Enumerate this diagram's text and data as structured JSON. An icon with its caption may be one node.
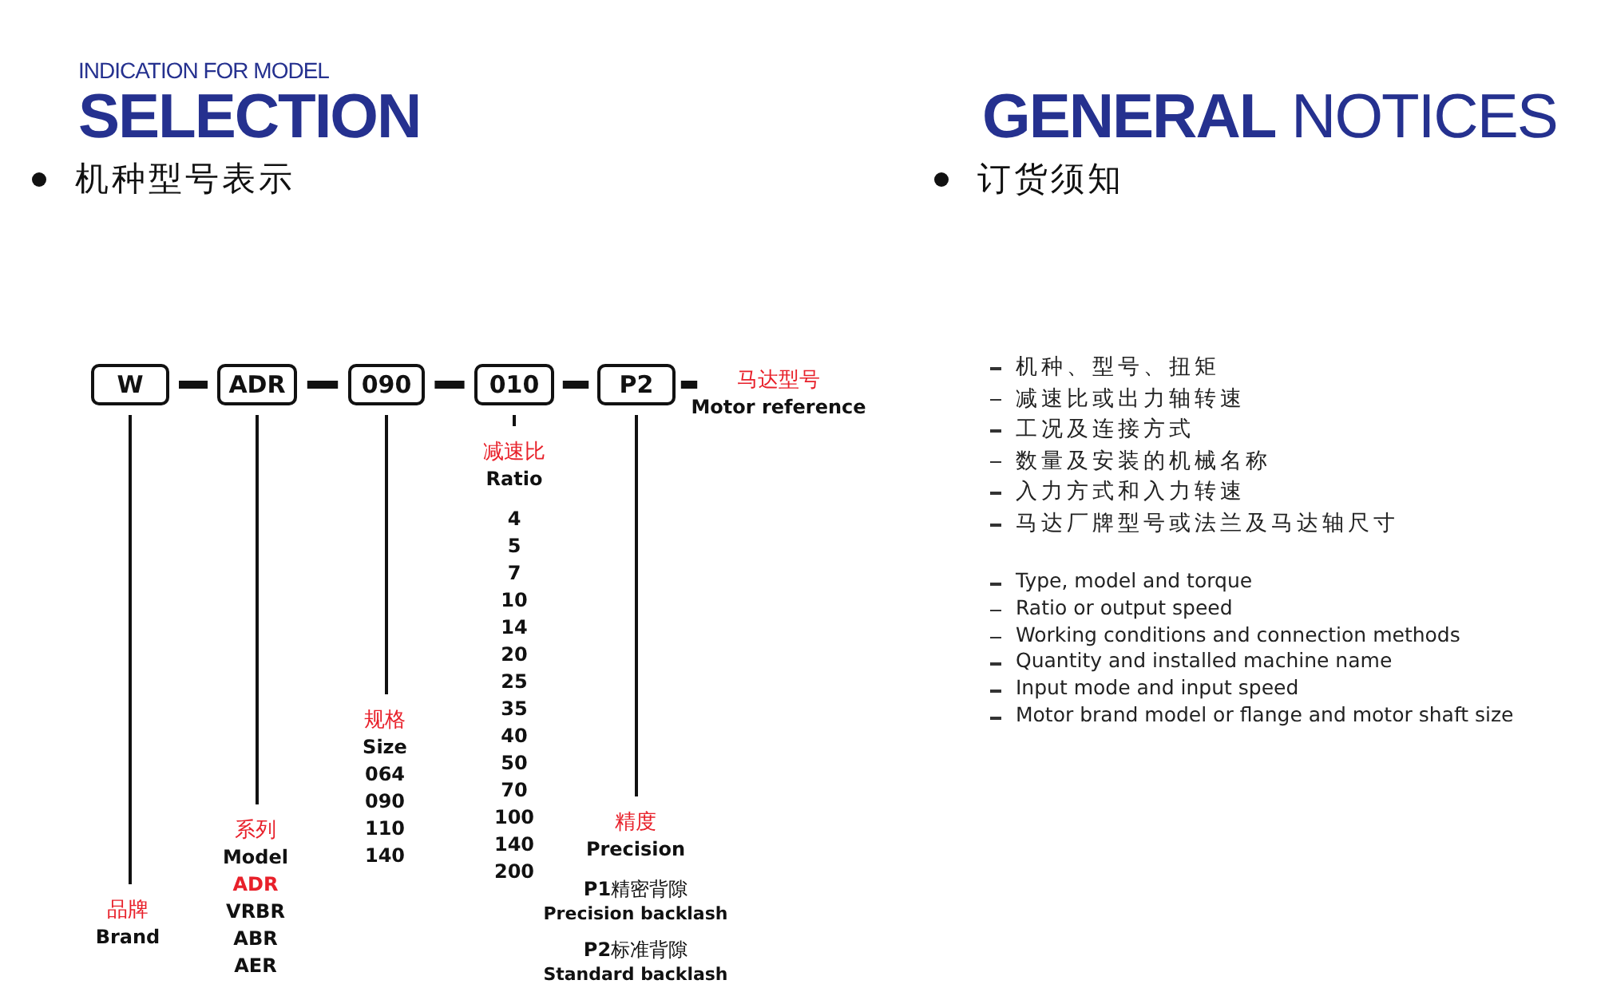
{
  "diagram": {
    "nodes": [
      {
        "text": [
          "W"
        ]
      },
      {
        "text": [
          "ADR"
        ]
      },
      {
        "text": [
          "090"
        ]
      },
      {
        "text": [
          "010"
        ]
      },
      {
        "text": [
          "P2"
        ]
      },
      {
        "text": [
          "马达型号",
          "Motor reference"
        ]
      },
      {
        "text": [
          "品牌",
          "Brand"
        ]
      },
      {
        "text": [
          "系列",
          "Model",
          "ADR",
          "VRBR",
          "ABR",
          "AER"
        ]
      },
      {
        "text": [
          "规格",
          "Size",
          "064",
          "090",
          "110",
          "140"
        ]
      },
      {
        "text": [
          "减速比",
          "Ratio",
          "4",
          "5",
          "7",
          "10",
          "14",
          "20",
          "25",
          "35",
          "40",
          "50",
          "70",
          "100",
          "140",
          "200"
        ]
      },
      {
        "text": [
          "精度",
          "Precision",
          "**P1**精密背隙",
          "Precision backlash",
          "**P2**标准背隙",
          "Standard backlash"
        ]
      }
    ],
    "edges": [
      {
        "from": 0,
        "to": 1,
        "arrow": "none",
        "style": "thick"
      },
      {
        "from": 1,
        "to": 2,
        "arrow": "none",
        "style": "thick"
      },
      {
        "from": 2,
        "to": 3,
        "arrow": "none",
        "style": "thick"
      },
      {
        "from": 3,
        "to": 4,
        "arrow": "none",
        "style": "thick"
      },
      {
        "from": 4,
        "to": 5,
        "arrow": "none",
        "style": "thick"
      },
      {
        "from": 0,
        "to": 6,
        "arrow": "none"
      },
      {
        "from": 1,
        "to": 7,
        "arrow": "none"
      },
      {
        "from": 2,
        "to": 8,
        "arrow": "none"
      },
      {
        "from": 3,
        "to": 9,
        "arrow": "none"
      },
      {
        "from": 4,
        "to": 10,
        "arrow": "none"
      }
    ],
    "labels": [
      "INDICATION FOR MODEL",
      "SELECTION",
      "**GENERAL** NOTICES",
      "机种型号表示",
      "订货须知",
      "机种、型号、扭矩",
      "减速比或出力轴转速",
      "工况及连接方式",
      "数量及安装的机械名称",
      "入力方式和入力转速",
      "马达厂牌型号或法兰及马达轴尺寸",
      "Type, model and torque",
      "Ratio or output speed",
      "Working conditions and connection methods",
      "Quantity and installed machine name",
      "Input mode and input speed",
      "Motor brand model or flange and motor shaft size"
    ]
  }
}
